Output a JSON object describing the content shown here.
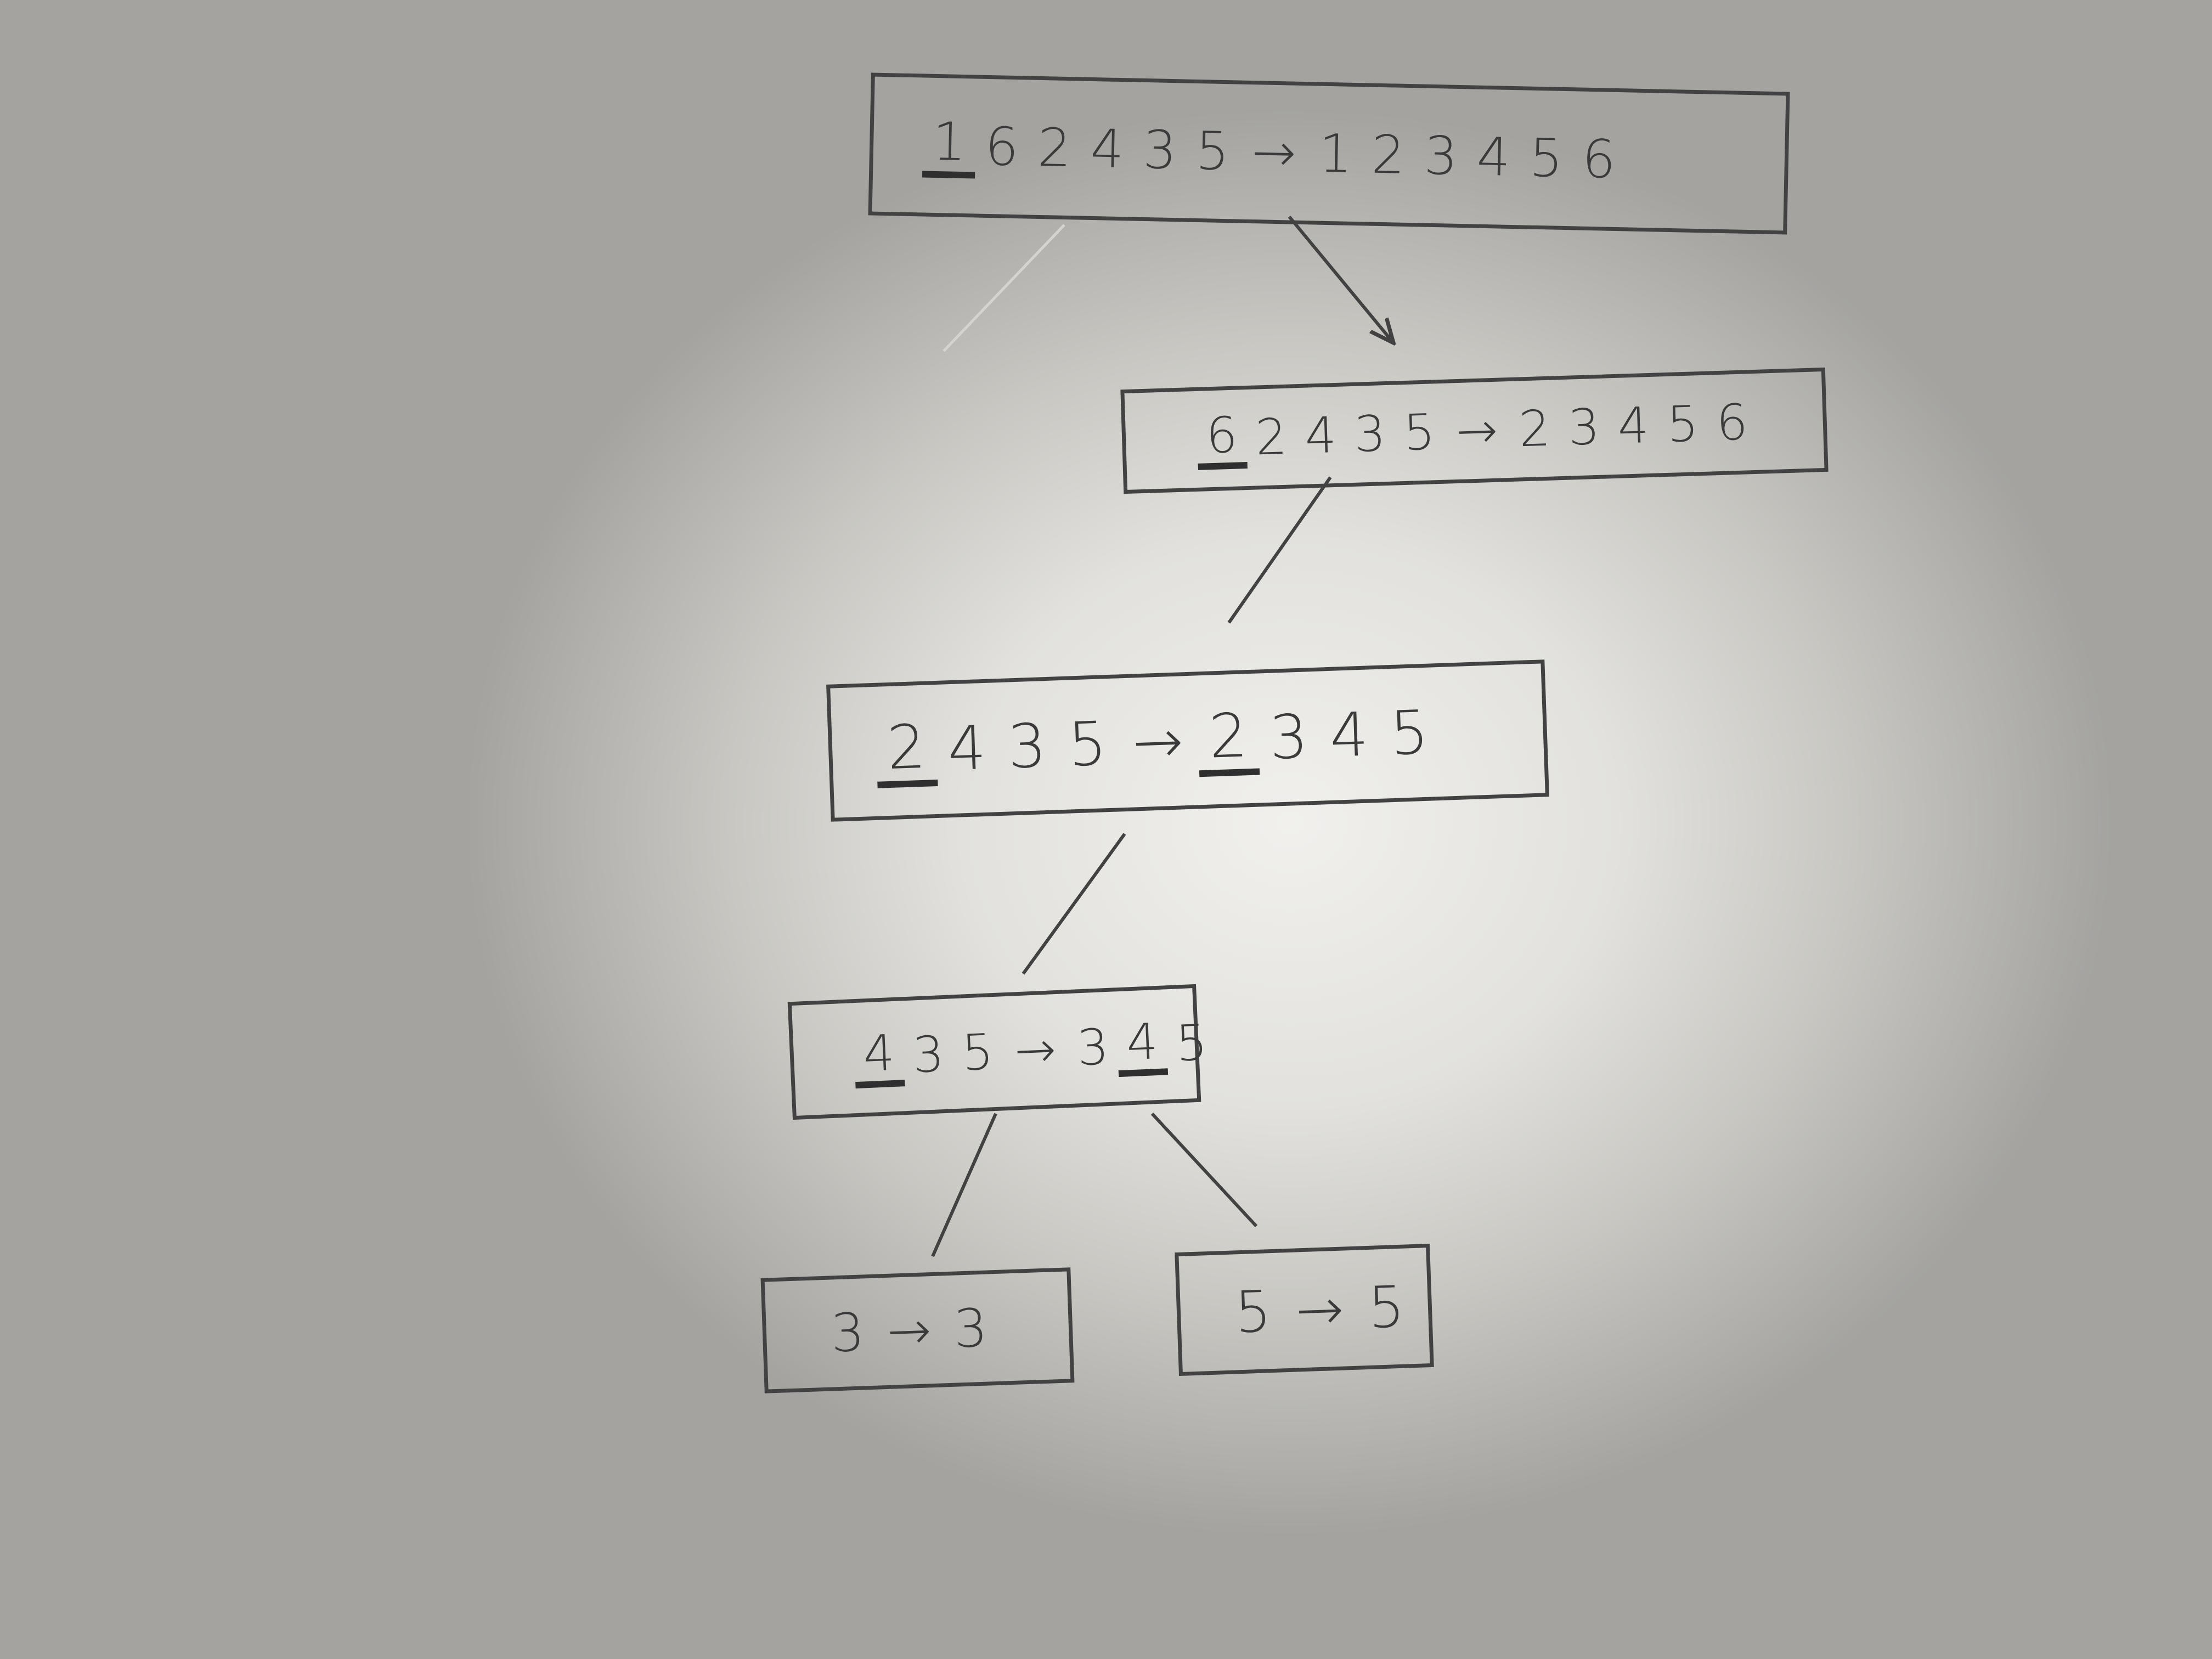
{
  "nodes": [
    {
      "id": "box-1",
      "input": [
        "1",
        "6",
        "2",
        "4",
        "3",
        "5"
      ],
      "output": [
        "1",
        "2",
        "3",
        "4",
        "5",
        "6"
      ],
      "underlined_input": [
        0
      ],
      "underlined_output": [],
      "arrow": "→"
    },
    {
      "id": "box-2",
      "input": [
        "6",
        "2",
        "4",
        "3",
        "5"
      ],
      "output": [
        "2",
        "3",
        "4",
        "5",
        "6"
      ],
      "underlined_input": [
        0
      ],
      "underlined_output": [],
      "arrow": "→"
    },
    {
      "id": "box-3",
      "input": [
        "2",
        "4",
        "3",
        "5"
      ],
      "output": [
        "2",
        "3",
        "4",
        "5"
      ],
      "underlined_input": [
        0
      ],
      "underlined_output": [
        0
      ],
      "arrow": "→"
    },
    {
      "id": "box-4",
      "input": [
        "4",
        "3",
        "5"
      ],
      "output": [
        "3",
        "4",
        "5"
      ],
      "underlined_input": [
        0
      ],
      "underlined_output": [
        1
      ],
      "arrow": "→"
    },
    {
      "id": "box-5",
      "input": [
        "3"
      ],
      "output": [
        "3"
      ],
      "underlined_input": [],
      "underlined_output": [],
      "arrow": "→"
    },
    {
      "id": "box-6",
      "input": [
        "5"
      ],
      "output": [
        "5"
      ],
      "underlined_input": [],
      "underlined_output": [],
      "arrow": "→"
    }
  ],
  "edges": [
    {
      "from": "box-1",
      "to": "box-2",
      "arrowhead": true
    },
    {
      "from": "box-2",
      "to": "box-3",
      "arrowhead": false
    },
    {
      "from": "box-3",
      "to": "box-4",
      "arrowhead": false
    },
    {
      "from": "box-4",
      "to": "box-5",
      "arrowhead": false
    },
    {
      "from": "box-4",
      "to": "box-6",
      "arrowhead": false
    }
  ],
  "colors": {
    "paper": "#e8e7e3",
    "pencil": "#424242"
  }
}
